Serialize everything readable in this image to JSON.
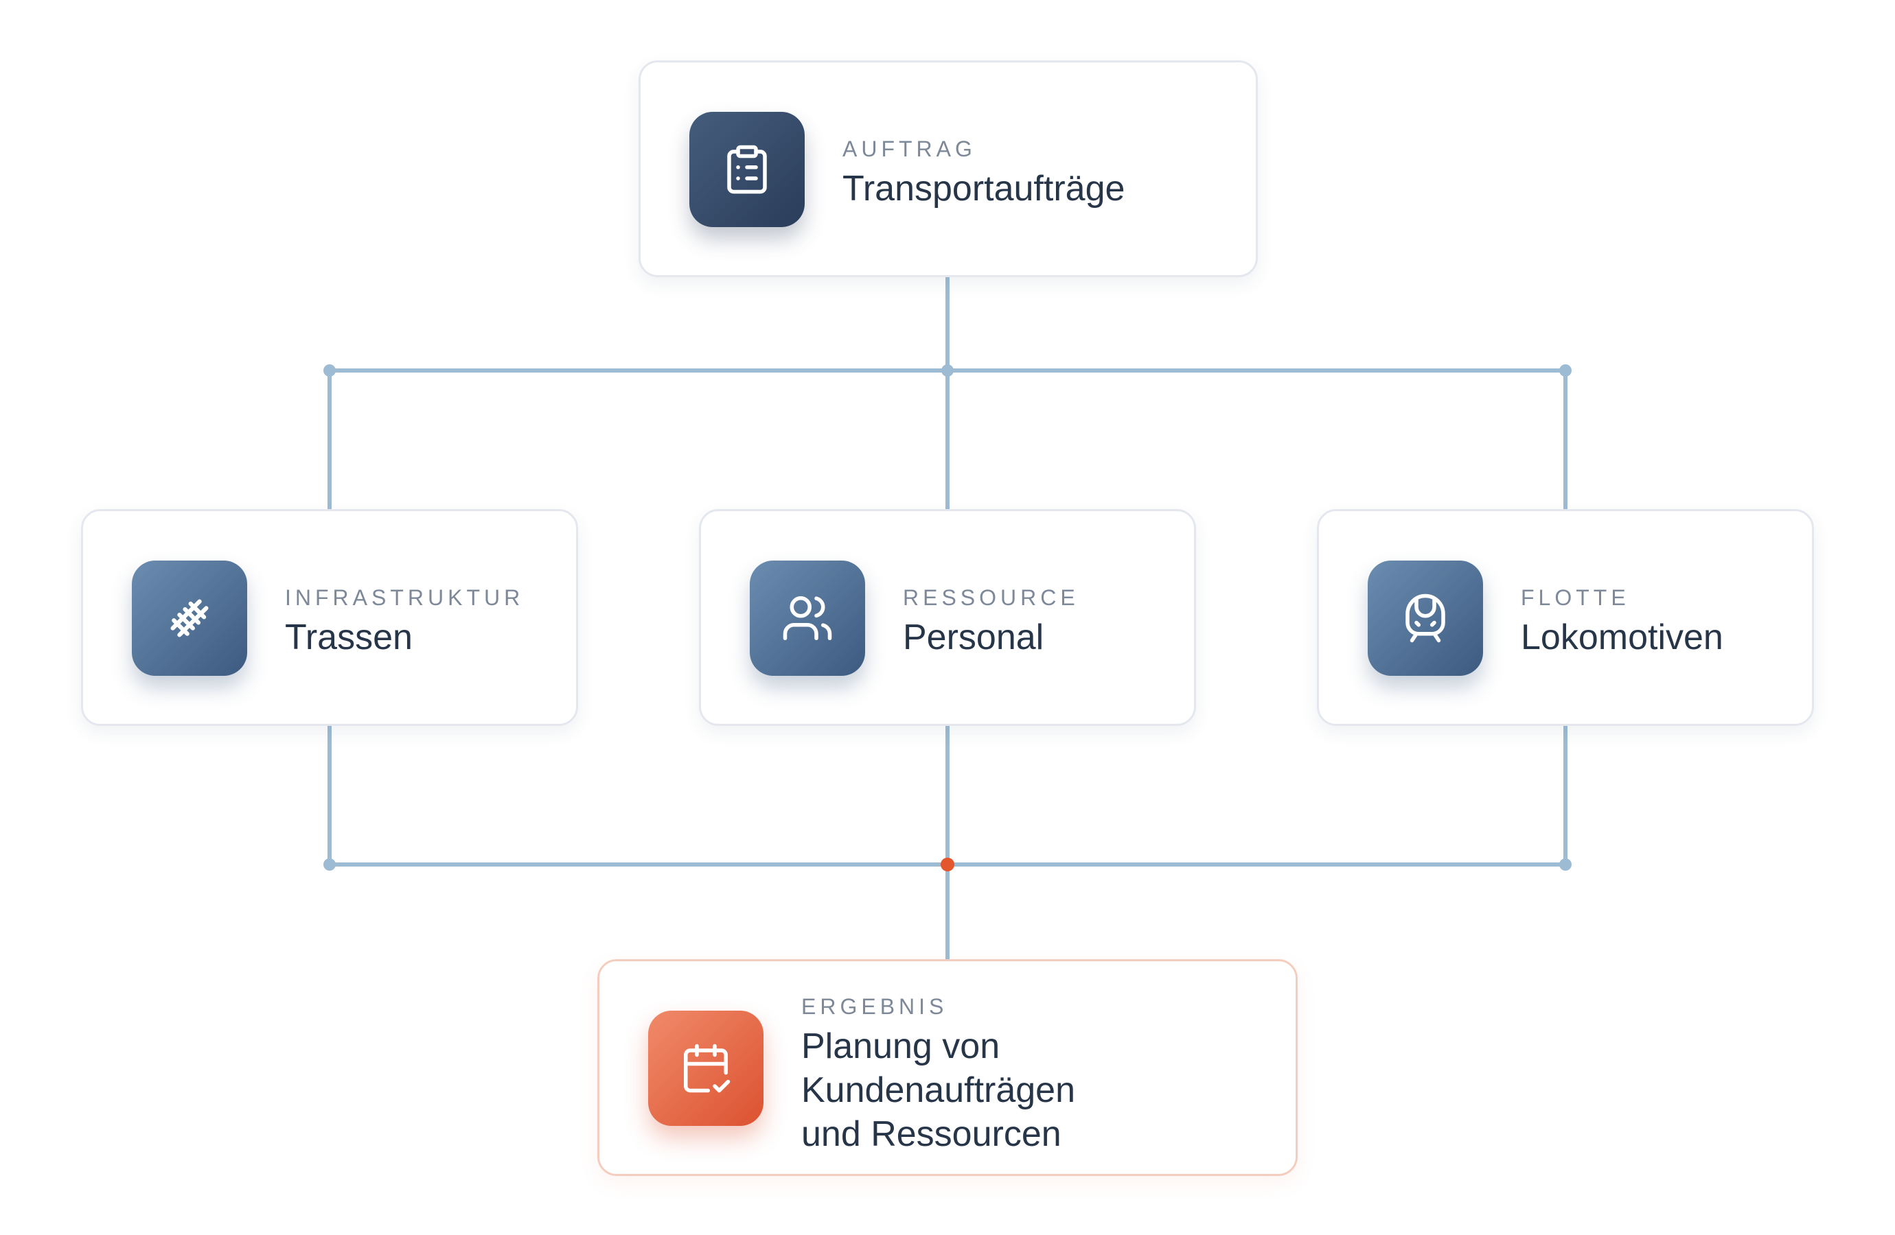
{
  "colors": {
    "connector": "#9dbcd4",
    "junction_highlight": "#e4572e",
    "tile_dark": "#2a3d5a",
    "tile_mid": "#3d5a80",
    "tile_orange": "#dc5230"
  },
  "nodes": {
    "order": {
      "kicker": "AUFTRAG",
      "title": "Transportaufträge",
      "icon": "clipboard-list-icon"
    },
    "infrastructure": {
      "kicker": "INFRASTRUKTUR",
      "title": "Trassen",
      "icon": "railway-track-icon"
    },
    "resource": {
      "kicker": "RESSOURCE",
      "title": "Personal",
      "icon": "users-icon"
    },
    "fleet": {
      "kicker": "FLOTTE",
      "title": "Lokomotiven",
      "icon": "train-front-icon"
    },
    "result": {
      "kicker": "ERGEBNIS",
      "title": "Planung von\nKundenaufträgen\nund Ressourcen",
      "icon": "calendar-check-icon"
    }
  }
}
